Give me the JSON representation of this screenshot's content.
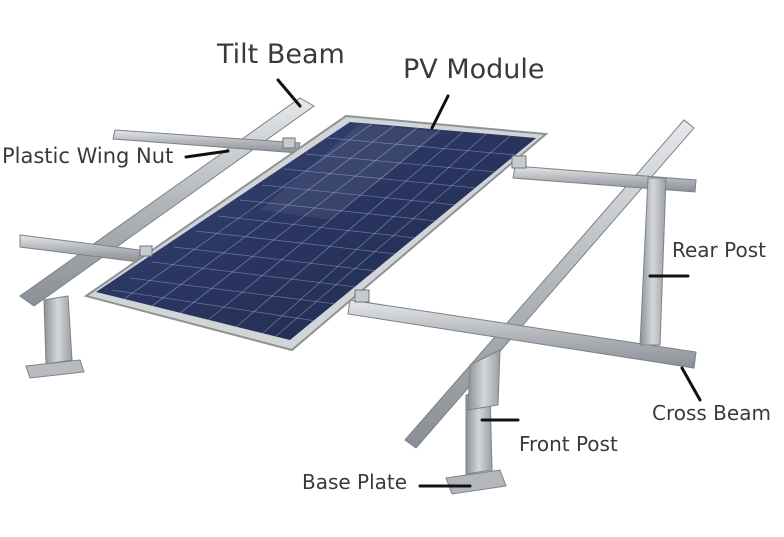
{
  "labels": {
    "tilt_beam": "Tilt Beam",
    "pv_module": "PV Module",
    "plastic_wing_nut": "Plastic Wing Nut",
    "rear_post": "Rear Post",
    "cross_beam": "Cross Beam",
    "front_post": "Front Post",
    "base_plate": "Base Plate"
  },
  "colors": {
    "text": "#3a3a3a",
    "leader": "#111111",
    "rail": "#b9bcc0",
    "panel": "#2c3a63",
    "frame": "#c9ccd0"
  }
}
